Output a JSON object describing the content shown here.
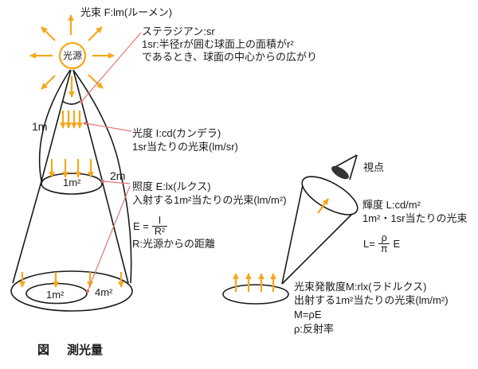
{
  "colors": {
    "accent_orange": "#F6A71B",
    "pointer_red": "#E8736F",
    "ink": "#1A1A1A"
  },
  "caption": {
    "prefix": "図",
    "title": "測光量"
  },
  "left_figure": {
    "source_label": "光源",
    "flux_label": "光束 F:lm(ルーメン)",
    "steradian_note": {
      "line1": "ステラジアン:sr",
      "line2": "1sr:半径rが囲む球面上の面積がr²",
      "line3": "であるとき、球面の中心からの広がり"
    },
    "intensity_note": {
      "line1": "光度 I:cd(カンデラ)",
      "line2": "1sr当たりの光束(lm/sr)"
    },
    "illuminance_note": {
      "line1": "照度 E:lx(ルクス)",
      "line2": "入射する1m²当たりの光束(lm/m²)",
      "formula_lhs": "E =",
      "formula_numerator": "I",
      "formula_denominator": "R²",
      "distance_note": "R:光源からの距離"
    },
    "distance_1m": "1m",
    "distance_2m": "2m",
    "area_mid": "1m²",
    "area_bottom_inner": "1m²",
    "area_bottom_outer": "4m²"
  },
  "right_figure": {
    "viewpoint_label": "視点",
    "luminance_note": {
      "line1": "輝度 L:cd/m²",
      "line2": "1m²・1sr当たりの光束",
      "formula_lhs": "L=",
      "formula_numerator": "ρ",
      "formula_denominator": "π",
      "formula_rhs": "E"
    },
    "exitance_note": {
      "line1": "光束発散度M:rlx(ラドルクス)",
      "line2": "出射する1m²当たりの光束(lm/m²)",
      "formula": "M=ρE",
      "reflectance_note": "ρ:反射率"
    }
  }
}
